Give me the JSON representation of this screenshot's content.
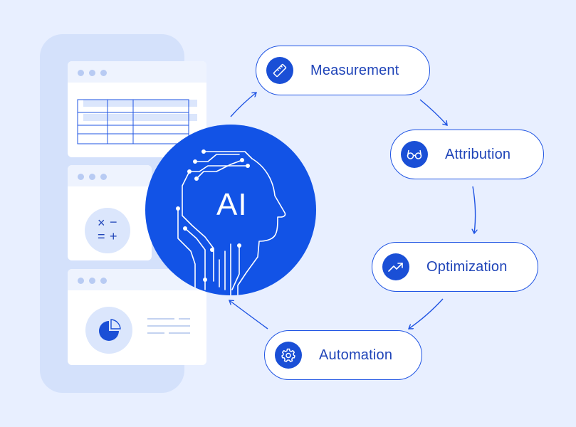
{
  "ai_core": {
    "label": "AI"
  },
  "steps": [
    {
      "label": "Measurement",
      "icon": "ruler-icon"
    },
    {
      "label": "Attribution",
      "icon": "glasses-icon"
    },
    {
      "label": "Optimization",
      "icon": "trend-up-icon"
    },
    {
      "label": "Automation",
      "icon": "gear-icon"
    }
  ],
  "calculator_symbols": [
    "×",
    "−",
    "=",
    "+"
  ],
  "colors": {
    "background": "#e8efff",
    "accent": "#1253e6",
    "pill_border": "#1f54e3",
    "pill_text": "#1f44b8",
    "panel": "#d4e1fb"
  }
}
